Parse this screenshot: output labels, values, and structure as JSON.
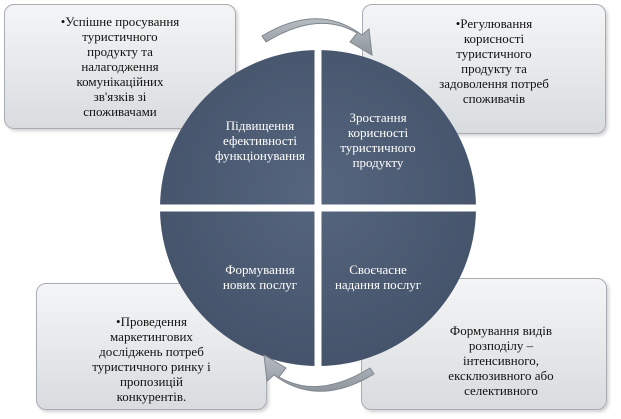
{
  "boxes": {
    "top_left": "•Успішне просування\nтуристичного\nпродукту та\nналагодження\nкомунікаційних\nзв'язків зі\nспоживачами",
    "top_right": "•Регулювання\nкорисності\nтуристичного\nпродукту та\nзадоволення потреб\nспоживачів",
    "bottom_left": "•Проведення\nмаркетингових\nдосліджень потреб\nтуристичного ринку і\nпропозицій\nконкурентів.",
    "bottom_right": "Формування видів\nрозподілу –\nінтенсивного,\nексклюзивного або\nселективного"
  },
  "quadrants": {
    "top_left": "Підвищення\nефективності\nфункціонування",
    "top_right": "Зростання\nкорисності\nтуристичного\nпродукту",
    "bottom_left": "Формування\nнових послуг",
    "bottom_right": "Своєчасне\nнадання послуг"
  },
  "colors": {
    "circle_fill": "#4a5a72",
    "divider": "#ffffff",
    "arrow_fill": "#a3a9b0",
    "box_border": "#a9adb3"
  },
  "icons": {
    "top_arrow": "curved-arrow-right",
    "bottom_arrow": "curved-arrow-left"
  }
}
